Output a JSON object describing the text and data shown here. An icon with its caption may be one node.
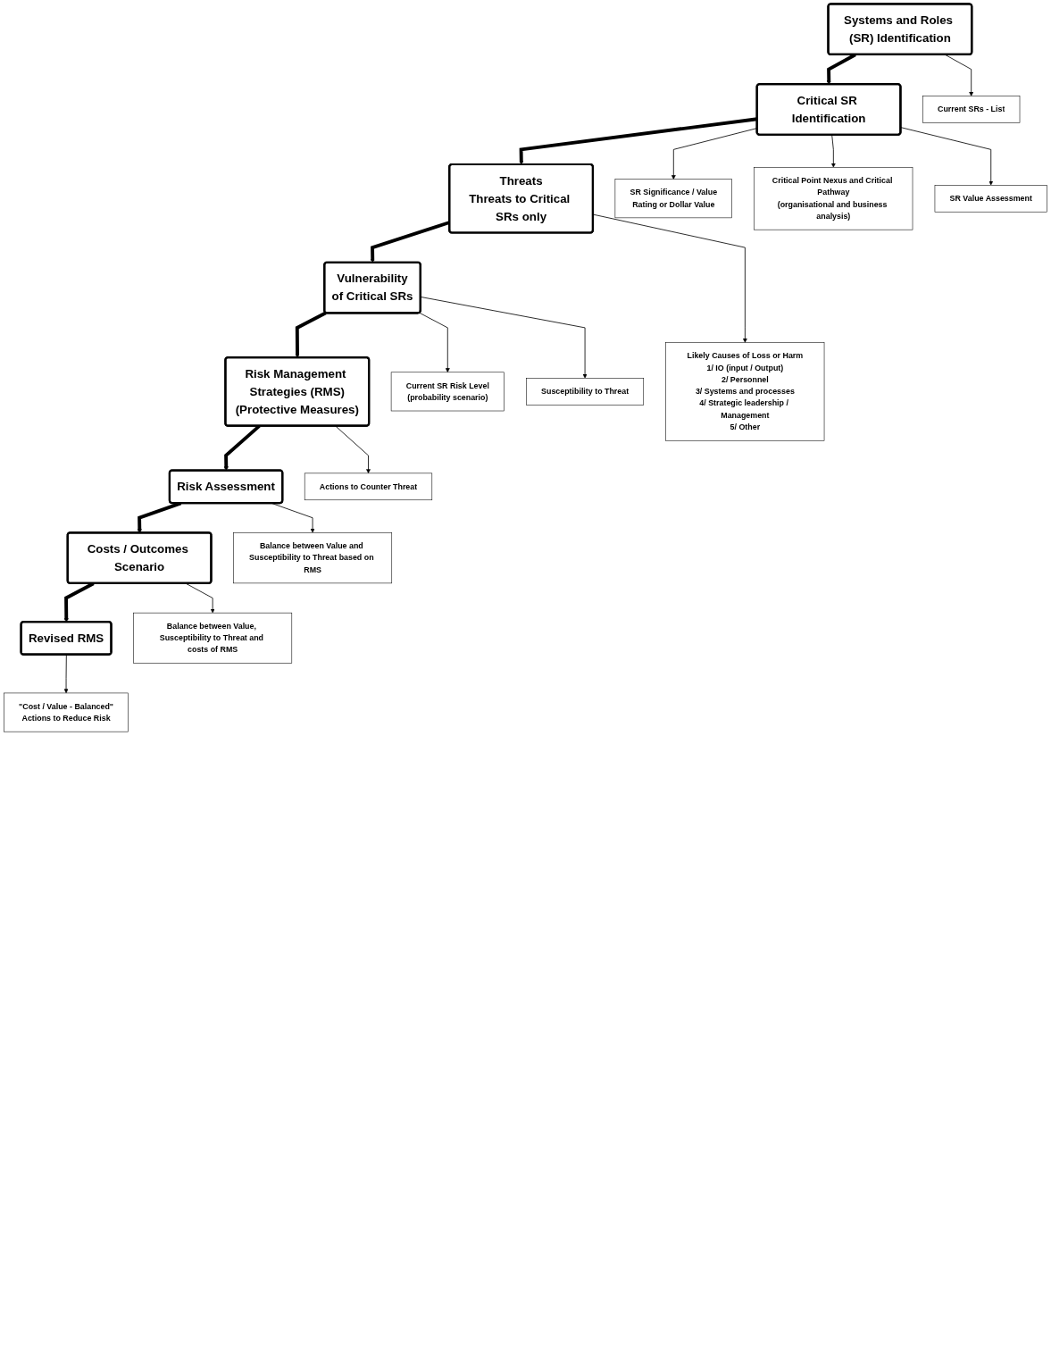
{
  "diagram": {
    "nodes": [
      {
        "text": [
          "Systems and Roles (SR) Identification"
        ]
      },
      {
        "text": [
          "Current SRs - List"
        ]
      },
      {
        "text": [
          "Critical SR Identification"
        ]
      },
      {
        "text": [
          "SR Value Assessment"
        ]
      },
      {
        "text": [
          "Critical Point Nexus and Critical Pathway",
          "(organisational and business analysis)"
        ]
      },
      {
        "text": [
          "SR Significance / Value",
          "Rating or Dollar Value"
        ]
      },
      {
        "text": [
          "Threats",
          "Threats to Critical SRs only"
        ]
      },
      {
        "text": [
          "Likely Causes of Loss or Harm",
          "1/ IO (input / Output)",
          "2/ Personnel",
          "3/ Systems and processes",
          "4/ Strategic leadership / Management",
          "5/ Other"
        ]
      },
      {
        "text": [
          "Vulnerability",
          "of Critical SRs"
        ]
      },
      {
        "text": [
          "Susceptibility to Threat"
        ]
      },
      {
        "text": [
          "Current SR Risk Level",
          "(probability scenario)"
        ]
      },
      {
        "text": [
          "Risk Management Strategies (RMS)",
          "(Protective Measures)"
        ]
      },
      {
        "text": [
          "Actions to Counter Threat"
        ]
      },
      {
        "text": [
          "Risk Assessment"
        ]
      },
      {
        "text": [
          "Balance between Value and Susceptibility to Threat based on RMS"
        ]
      },
      {
        "text": [
          "Costs / Outcomes Scenario"
        ]
      },
      {
        "text": [
          "Balance between Value, Susceptibility to Threat and costs of RMS"
        ]
      },
      {
        "text": [
          "Revised RMS"
        ]
      },
      {
        "text": [
          "\"Cost / Value - Balanced\"",
          "Actions to Reduce Risk"
        ]
      }
    ],
    "edges": [
      {
        "from": 0,
        "to": 1,
        "arrow": "to"
      },
      {
        "from": 0,
        "to": 2,
        "arrow": "to",
        "style": "thick"
      },
      {
        "from": 2,
        "to": 3,
        "arrow": "to"
      },
      {
        "from": 2,
        "to": 4,
        "arrow": "to"
      },
      {
        "from": 2,
        "to": 5,
        "arrow": "to"
      },
      {
        "from": 2,
        "to": 6,
        "arrow": "to",
        "style": "thick"
      },
      {
        "from": 6,
        "to": 7,
        "arrow": "to"
      },
      {
        "from": 6,
        "to": 8,
        "arrow": "to",
        "style": "thick"
      },
      {
        "from": 8,
        "to": 9,
        "arrow": "to"
      },
      {
        "from": 8,
        "to": 10,
        "arrow": "to"
      },
      {
        "from": 8,
        "to": 11,
        "arrow": "to",
        "style": "thick"
      },
      {
        "from": 11,
        "to": 12,
        "arrow": "to"
      },
      {
        "from": 11,
        "to": 13,
        "arrow": "to",
        "style": "thick"
      },
      {
        "from": 13,
        "to": 14,
        "arrow": "to"
      },
      {
        "from": 13,
        "to": 15,
        "arrow": "to",
        "style": "thick"
      },
      {
        "from": 15,
        "to": 16,
        "arrow": "to"
      },
      {
        "from": 15,
        "to": 17,
        "arrow": "to",
        "style": "thick"
      },
      {
        "from": 17,
        "to": 18,
        "arrow": "to"
      }
    ]
  }
}
